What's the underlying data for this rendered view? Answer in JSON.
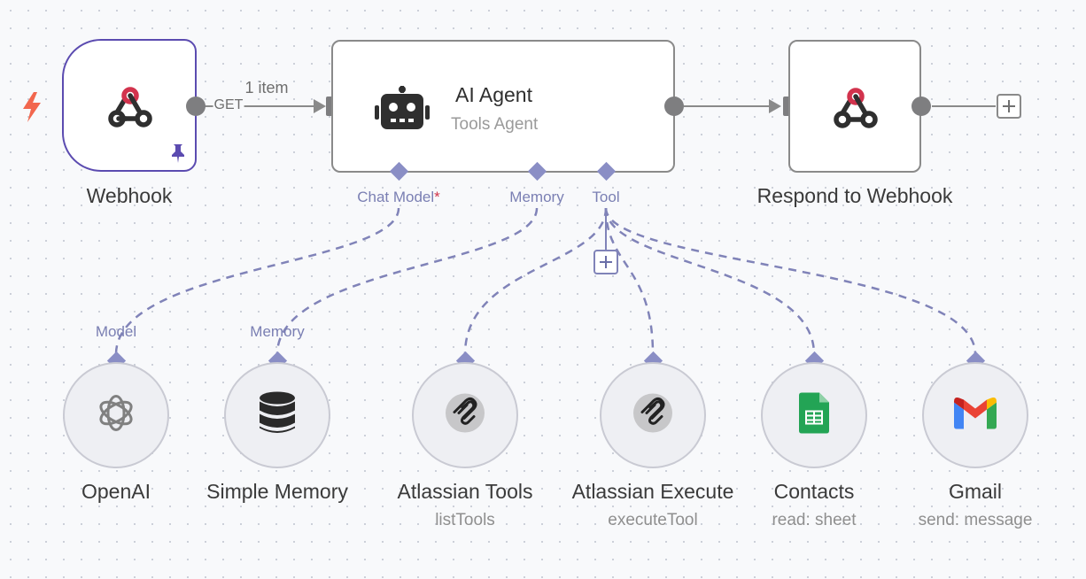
{
  "canvas": {
    "background": "#f8f9fb",
    "trigger_icon": "lightning-bolt-icon",
    "trigger_color": "#f2674e"
  },
  "nodes": {
    "webhook": {
      "title": "Webhook",
      "icon": "webhook-icon",
      "pinned_icon": "pin-icon"
    },
    "ai_agent": {
      "title": "AI Agent",
      "subtitle": "Tools Agent",
      "icon": "robot-icon"
    },
    "respond": {
      "title": "Respond to Webhook",
      "icon": "webhook-icon"
    },
    "openai": {
      "title": "OpenAI",
      "icon": "openai-icon"
    },
    "memory": {
      "title": "Simple Memory",
      "icon": "database-icon"
    },
    "atlassian_tools": {
      "title": "Atlassian Tools",
      "subtitle": "listTools",
      "icon": "mcp-icon"
    },
    "atlassian_execute": {
      "title": "Atlassian Execute",
      "subtitle": "executeTool",
      "icon": "mcp-icon"
    },
    "contacts": {
      "title": "Contacts",
      "subtitle": "read: sheet",
      "icon": "google-sheets-icon"
    },
    "gmail": {
      "title": "Gmail",
      "subtitle": "send: message",
      "icon": "gmail-icon"
    }
  },
  "connections": {
    "main_label_count": "1 item",
    "main_label_method": "GET",
    "agent_inputs": {
      "chat_model": "Chat Model",
      "chat_model_required": "*",
      "memory": "Memory",
      "tool": "Tool"
    },
    "sub_outputs": {
      "model": "Model",
      "memory": "Memory"
    }
  },
  "colors": {
    "trigger_border": "#5b4bb0",
    "connector": "#8a8ec5",
    "wire": "#8a8a8a",
    "ai_wire": "#8083b8"
  }
}
